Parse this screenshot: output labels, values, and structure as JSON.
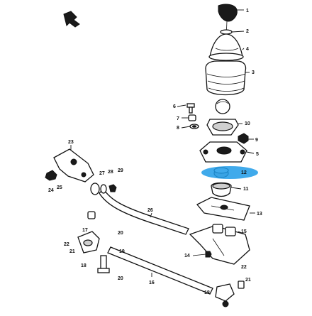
{
  "diagram": {
    "callouts": [
      "1",
      "2",
      "3",
      "4",
      "5",
      "6",
      "7",
      "8",
      "9",
      "10",
      "11",
      "12",
      "13",
      "14",
      "15",
      "16",
      "17",
      "18",
      "19",
      "20",
      "21",
      "22",
      "23",
      "24",
      "25",
      "26",
      "27",
      "28",
      "29"
    ],
    "highlight_part": "12",
    "highlight_color": "#1e9be8",
    "icons": {
      "front_indicator": "front-arrow-icon"
    }
  }
}
